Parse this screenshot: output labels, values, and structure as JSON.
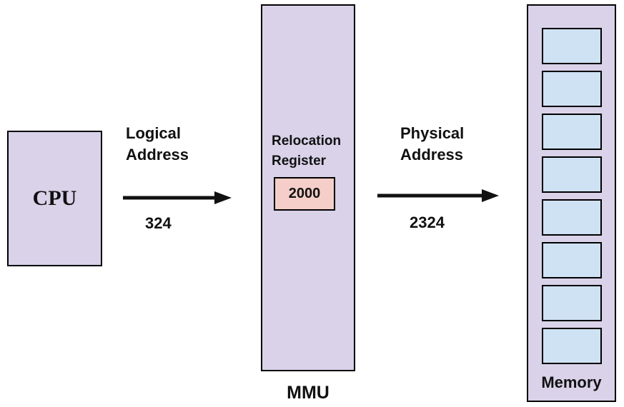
{
  "colors": {
    "box-fill": "#D9D2E9",
    "register-fill": "#F6CEC9",
    "cell-fill": "#CFE2F3",
    "border": "#000000",
    "text": "#111111"
  },
  "cpu": {
    "label": "CPU"
  },
  "logical_address": {
    "label": "Logical\nAddress",
    "value": "324"
  },
  "mmu": {
    "caption": "MMU",
    "register_label": "Relocation\nRegister",
    "register_value": "2000"
  },
  "physical_address": {
    "label": "Physical\nAddress",
    "value": "2324"
  },
  "memory": {
    "caption": "Memory",
    "cell_count": 8
  }
}
